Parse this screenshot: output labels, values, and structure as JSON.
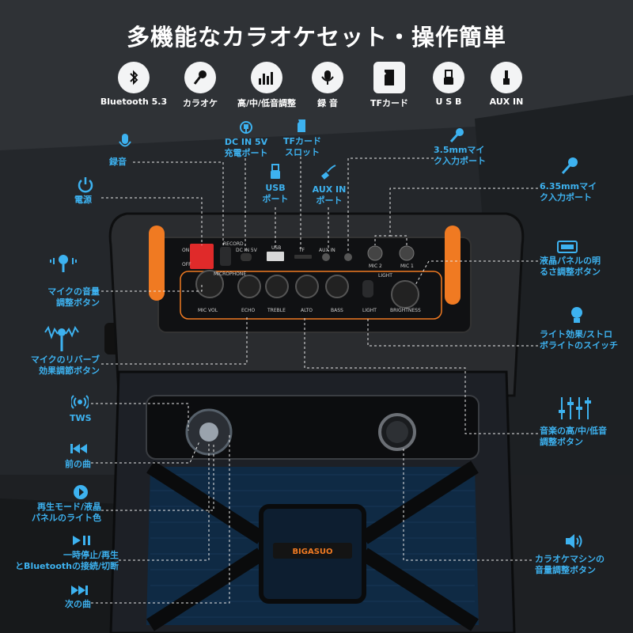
{
  "title": "多機能なカラオケセット・操作簡単",
  "features": [
    {
      "label": "Bluetooth 5.3",
      "icon": "bluetooth-icon"
    },
    {
      "label": "カラオケ",
      "icon": "microphone-icon"
    },
    {
      "label": "高/中/低音調整",
      "icon": "equalizer-icon"
    },
    {
      "label": "録 音",
      "icon": "recording-mic-icon"
    },
    {
      "label": "TFカード",
      "icon": "tf-card-icon"
    },
    {
      "label": "U S B",
      "icon": "usb-icon"
    },
    {
      "label": "AUX IN",
      "icon": "aux-jack-icon"
    }
  ],
  "callouts": {
    "record": "録音",
    "power": "電源",
    "dc_in_1": "DC IN 5V",
    "dc_in_2": "充電ポート",
    "tf_slot_1": "TFカード",
    "tf_slot_2": "スロット",
    "usb_port_1": "USB",
    "usb_port_2": "ポート",
    "aux_in_1": "AUX IN",
    "aux_in_2": "ポート",
    "mic35_1": "3.5mmマイ",
    "mic35_2": "ク入力ポート",
    "mic635_1": "6.35mmマイ",
    "mic635_2": "ク入力ポート",
    "mic_volume_1": "マイクの音量",
    "mic_volume_2": "調整ボタン",
    "lcd_brightness_1": "液晶パネルの明",
    "lcd_brightness_2": "るさ調整ボタン",
    "reverb_1": "マイクのリバーブ",
    "reverb_2": "効果調節ボタン",
    "light_1": "ライト効果/ストロ",
    "light_2": "ボライトのスイッチ",
    "tws": "TWS",
    "prev": "前の曲",
    "eq_1": "音楽の高/中/低音",
    "eq_2": "調整ボタン",
    "mode_1": "再生モード/液晶",
    "mode_2": "パネルのライト色",
    "play_1": "一時停止/再生",
    "play_2": "とBluetoothの接続/切断",
    "master_vol_1": "カラオケマシンの",
    "master_vol_2": "音量調整ボタン",
    "next": "次の曲"
  },
  "panel": {
    "on": "ON",
    "off": "OFF",
    "recording": "RECORD",
    "dc": "DC IN 5V",
    "usb": "USB",
    "tf": "TF",
    "aux": "AUX IN",
    "mic1": "MIC 1",
    "mic2": "MIC 2",
    "mic_section": "MICROPHONE",
    "light_section": "LIGHT",
    "knob_micvol": "MIC VOL",
    "knob_echo": "ECHO",
    "knob_treble": "TREBLE",
    "knob_alto": "ALTO",
    "knob_bass": "BASS",
    "light_btn": "LIGHT",
    "knob_brightness": "BRIGHTNESS"
  },
  "brand": "BIGASUO",
  "colors": {
    "accent_blue": "#3db2f0",
    "orange": "#f07a22",
    "red": "#e02a2a",
    "title": "#ffffff"
  }
}
